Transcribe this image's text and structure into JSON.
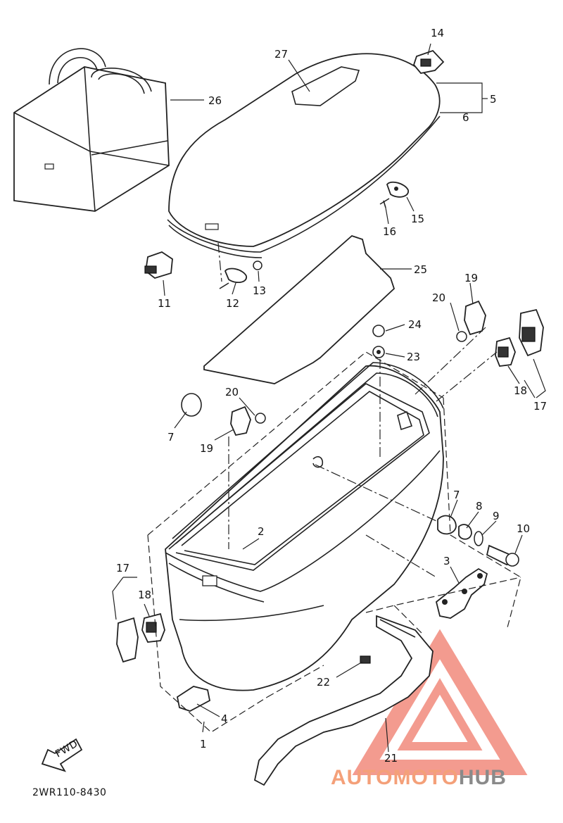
{
  "diagram": {
    "drawing_code": "2WR110-8430",
    "direction_label": "FWD",
    "callouts": [
      {
        "id": "c27",
        "label": "27"
      },
      {
        "id": "c14",
        "label": "14"
      },
      {
        "id": "c5",
        "label": "5"
      },
      {
        "id": "c6",
        "label": "6"
      },
      {
        "id": "c26",
        "label": "26"
      },
      {
        "id": "c15",
        "label": "15"
      },
      {
        "id": "c16",
        "label": "16"
      },
      {
        "id": "c11",
        "label": "11"
      },
      {
        "id": "c12",
        "label": "12"
      },
      {
        "id": "c13",
        "label": "13"
      },
      {
        "id": "c25",
        "label": "25"
      },
      {
        "id": "c19a",
        "label": "19"
      },
      {
        "id": "c20a",
        "label": "20"
      },
      {
        "id": "c24",
        "label": "24"
      },
      {
        "id": "c23",
        "label": "23"
      },
      {
        "id": "c18a",
        "label": "18"
      },
      {
        "id": "c17a",
        "label": "17"
      },
      {
        "id": "c20b",
        "label": "20"
      },
      {
        "id": "c7a",
        "label": "7"
      },
      {
        "id": "c19b",
        "label": "19"
      },
      {
        "id": "c2",
        "label": "2"
      },
      {
        "id": "c7b",
        "label": "7"
      },
      {
        "id": "c8",
        "label": "8"
      },
      {
        "id": "c9",
        "label": "9"
      },
      {
        "id": "c10",
        "label": "10"
      },
      {
        "id": "c3",
        "label": "3"
      },
      {
        "id": "c17b",
        "label": "17"
      },
      {
        "id": "c18b",
        "label": "18"
      },
      {
        "id": "c22",
        "label": "22"
      },
      {
        "id": "c4",
        "label": "4"
      },
      {
        "id": "c1",
        "label": "1"
      },
      {
        "id": "c21",
        "label": "21"
      }
    ]
  },
  "watermark": {
    "part1": "AUTO",
    "part2": "MOTO",
    "part3": "HUB",
    "color_main": "#f4a079",
    "color_hub": "#8a8a8a"
  }
}
